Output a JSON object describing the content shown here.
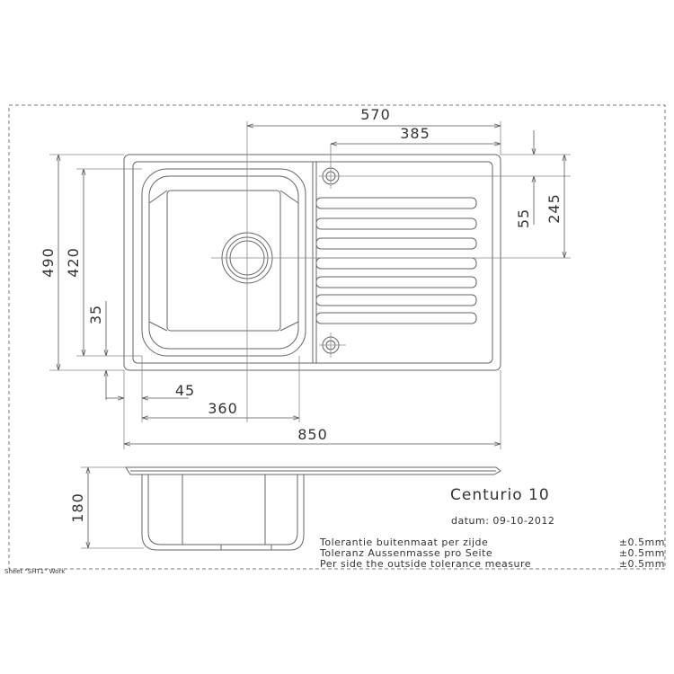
{
  "dimensions": {
    "d570": "570",
    "d385": "385",
    "d245": "245",
    "d55": "55",
    "d490": "490",
    "d420": "420",
    "d35": "35",
    "d45": "45",
    "d360": "360",
    "d850": "850",
    "d180": "180"
  },
  "title_block": {
    "model": "Centurio 10",
    "date": "datum: 09-10-2012",
    "tolerance_nl": "Tolerantie buitenmaat per zijde",
    "tolerance_de": "Toleranz Aussenmasse pro Seite",
    "tolerance_en": "Per side the outside tolerance measure",
    "tol_value_1": "±0.5mm",
    "tol_value_2": "±0.5mm",
    "tol_value_3": "±0.5mm"
  },
  "sheet_label": "Sheet \"SHT1\" Work"
}
